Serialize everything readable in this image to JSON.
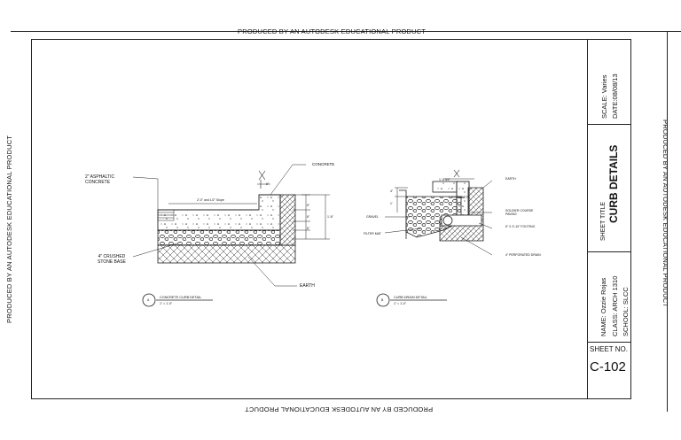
{
  "watermark": "PRODUCED BY AN AUTODESK EDUCATIONAL PRODUCT",
  "title_block": {
    "scale": "SCALE: Varies",
    "date": "DATE:08/08/13",
    "sheet_title_label": "SHEET TITLE",
    "sheet_title": "CURB DETAILS",
    "name": "NAME: Ozzie Rojas",
    "class": "CLASS: ARCH 1310",
    "school": "SCHOOL: SLCC",
    "sheet_no_label": "SHEET NO.",
    "sheet_no": "C-102"
  },
  "detail_1": {
    "labels": {
      "asphaltic": "2\" ASPHALTIC\nCONCRETE",
      "concrete": "CONCRETE",
      "crushed": "4\" CRUSHED\nSTONE BASE",
      "earth": "EARTH",
      "slope": "2'-0\" and 1/2\" Slope",
      "dim_top": "6\"",
      "dim_1": "6\"",
      "dim_2": "6\"",
      "dim_3": "6\"",
      "dim_total": "1'-6\""
    },
    "caption": "CONCRETE CURB DETAIL",
    "marker": "A",
    "scale_text": "1\" = 1'-0\""
  },
  "detail_2": {
    "labels": {
      "earth": "EARTH",
      "gravel": "GRAVEL",
      "filter": "FILTER MAT",
      "soldier": "SOLDIER COURSE\nPAVING",
      "footing": "6\" X 3'-10\" FOOTING",
      "drain": "4\" PERFORATED DRAIN",
      "concrete": "CONCRETE",
      "dim_top": "1'-4 3/4\"",
      "dim_a": "4\"",
      "dim_b": "1'"
    },
    "caption": "CURB DRAIN DETAIL",
    "marker": "B",
    "scale_text": "1\" = 1'-0\""
  }
}
